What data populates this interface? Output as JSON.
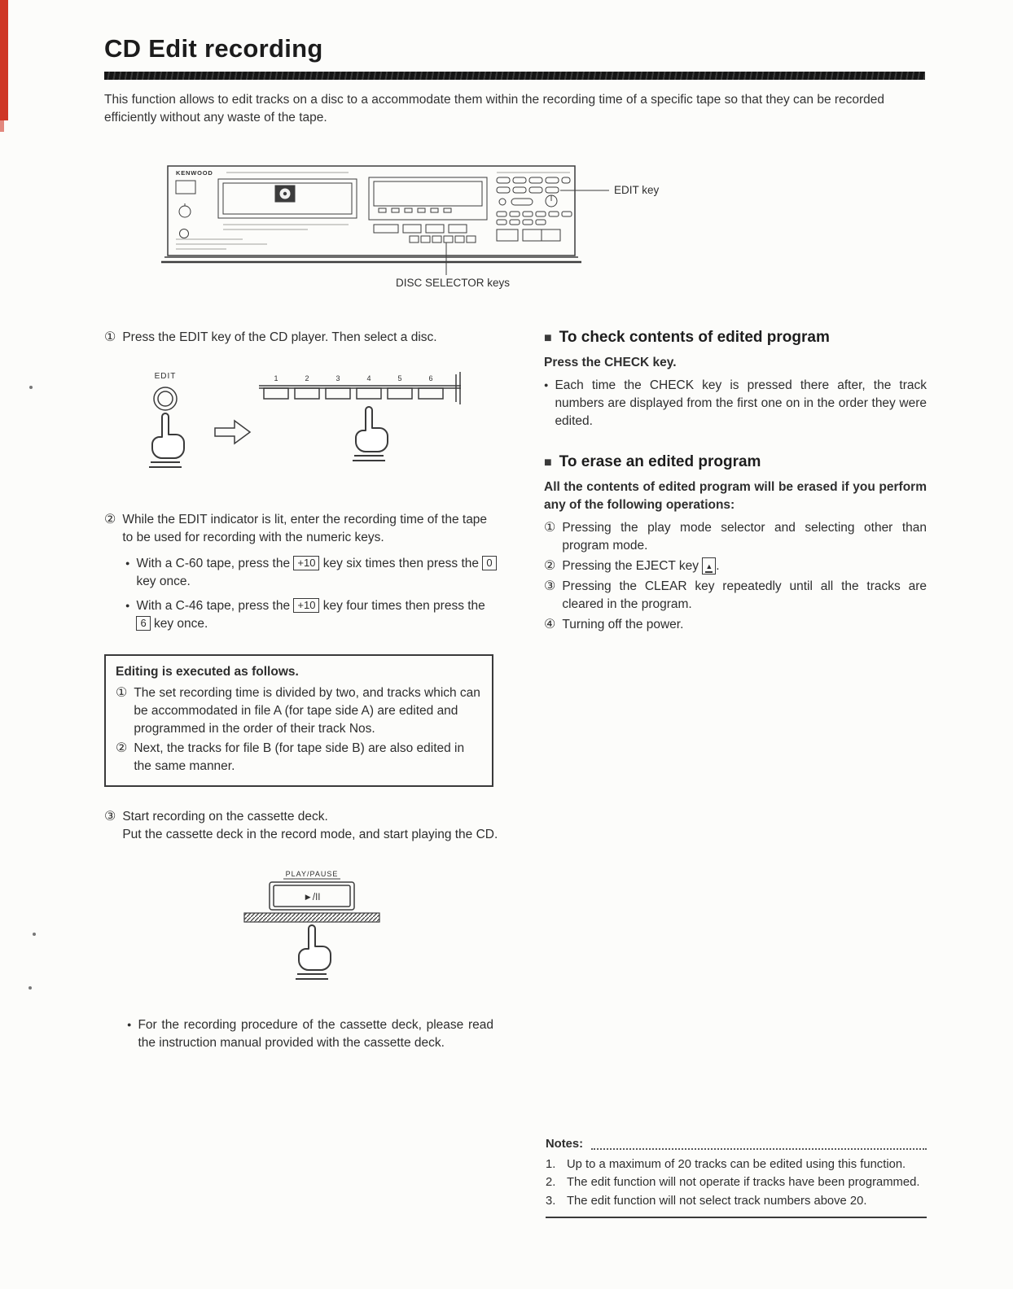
{
  "glyphs": {
    "bullet": "●"
  },
  "header": {
    "title": "CD Edit recording",
    "intro": "This function allows to edit tracks on a disc to a accommodate them within the recording time of a specific tape so that they can be recorded efficiently without any waste of the tape."
  },
  "diagram": {
    "brand": "KENWOOD",
    "edit_key_label": "EDIT key",
    "disc_selector_label": "DISC SELECTOR keys"
  },
  "illus": {
    "edit_label": "EDIT",
    "keys": [
      "1",
      "2",
      "3",
      "4",
      "5",
      "6"
    ],
    "play_label": "PLAY/PAUSE",
    "play_symbol": "►/II"
  },
  "left": {
    "step1": {
      "num": "①",
      "text": "Press the EDIT key of the CD player. Then select a disc."
    },
    "step2": {
      "num": "②",
      "text": "While the EDIT indicator is lit, enter the recording time of the tape to be used for recording with the numeric keys."
    },
    "step2_bullets": [
      {
        "pre": "With a C-60 tape, press the ",
        "key1": "+10",
        "mid": " key six times then press the ",
        "key2": "0",
        "post": " key once."
      },
      {
        "pre": "With a C-46 tape, press the ",
        "key1": "+10",
        "mid": " key four times then press the ",
        "key2": "6",
        "post": " key once."
      }
    ],
    "box": {
      "title": "Editing is executed as follows.",
      "items": [
        {
          "num": "①",
          "text": "The set recording time is divided by two, and tracks which can be accommodated in file A (for tape side A) are edited and programmed in the order of their track Nos."
        },
        {
          "num": "②",
          "text": "Next, the tracks for file B (for tape side B) are also edited in the same manner."
        }
      ]
    },
    "step3": {
      "num": "③",
      "line1": "Start recording on the cassette deck.",
      "line2": "Put the cassette deck in the record mode, and start playing the CD."
    },
    "footnote": "For the recording procedure of the cassette deck, please read the instruction manual provided with the cassette deck."
  },
  "right": {
    "marker": "■",
    "check": {
      "heading": "To check contents of edited program",
      "subheading": "Press the CHECK key.",
      "bullet": "Each time the CHECK key is pressed there after, the track numbers are displayed from the first one on in the order they were edited."
    },
    "erase": {
      "heading": "To erase an edited program",
      "intro": "All the contents of edited program will be erased if you perform any of the following operations:",
      "items": [
        {
          "num": "①",
          "text": "Pressing the play mode selector and selecting other than program mode."
        },
        {
          "num": "②",
          "pre": "Pressing the EJECT key ",
          "key": "▲",
          "post": "."
        },
        {
          "num": "③",
          "text": "Pressing the CLEAR key repeatedly until all the tracks are cleared in the program."
        },
        {
          "num": "④",
          "text": "Turning off the power."
        }
      ]
    },
    "notes": {
      "title": "Notes:",
      "items": [
        {
          "num": "1.",
          "text": "Up to a maximum of 20 tracks can be edited using this function."
        },
        {
          "num": "2.",
          "text": "The edit function will not operate if tracks have been programmed."
        },
        {
          "num": "3.",
          "text": "The edit function will not select track numbers above 20."
        }
      ]
    }
  }
}
